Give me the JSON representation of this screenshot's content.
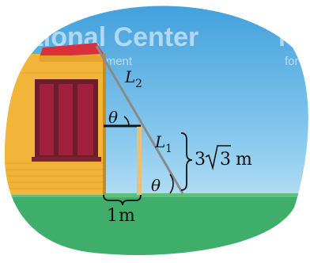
{
  "watermark": {
    "line1": "National Center",
    "line2": "Curriculum Development",
    "right_line1": "Na",
    "right_line2": "for"
  },
  "labels": {
    "ladder_top": "L",
    "ladder_top_sub": "2",
    "ladder_bottom": "L",
    "ladder_bottom_sub": "1",
    "angle_upper": "θ",
    "angle_lower": "θ",
    "height_prefix": "3",
    "height_radicand": "3",
    "height_unit": "m",
    "base_value": "1",
    "base_unit": "m"
  },
  "colors": {
    "sky_top": "#4aa6df",
    "sky_bottom": "#cde8f6",
    "grass": "#3fae6b",
    "building_wall": "#f2b53a",
    "building_roof": "#d8313e",
    "window_frame": "#6b1d2b",
    "window_glass": "#a01f3a",
    "pole": "#e8c07a",
    "ladder": "#8a8a8a"
  }
}
